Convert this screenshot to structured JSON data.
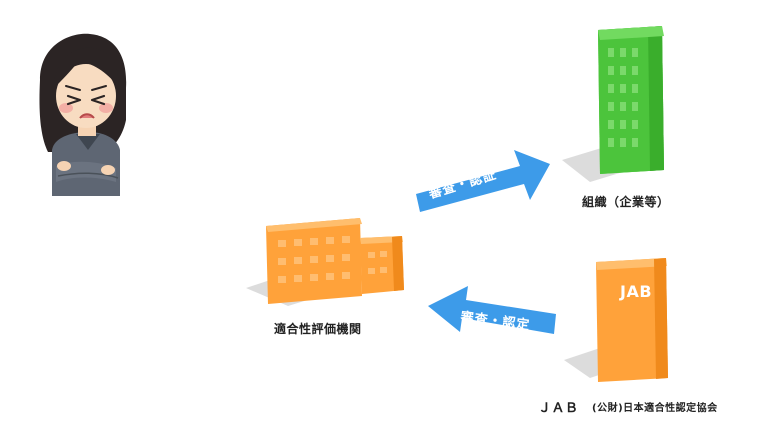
{
  "nodes": {
    "organization": {
      "label": "組織（企業等）"
    },
    "conformity_body": {
      "label": "適合性評価機関"
    },
    "jab": {
      "label_main": "ＪＡＢ",
      "label_sub": "(公財)日本適合性認定協会",
      "building_mark": "JAB"
    }
  },
  "arrows": {
    "audit_certify": {
      "label": "審査・認証"
    },
    "audit_accredit": {
      "label": "審査・認定"
    }
  },
  "colors": {
    "green": "#4cc43c",
    "orange": "#ffa23a",
    "blue": "#3d9be9",
    "shadow": "#dcdcdc"
  }
}
